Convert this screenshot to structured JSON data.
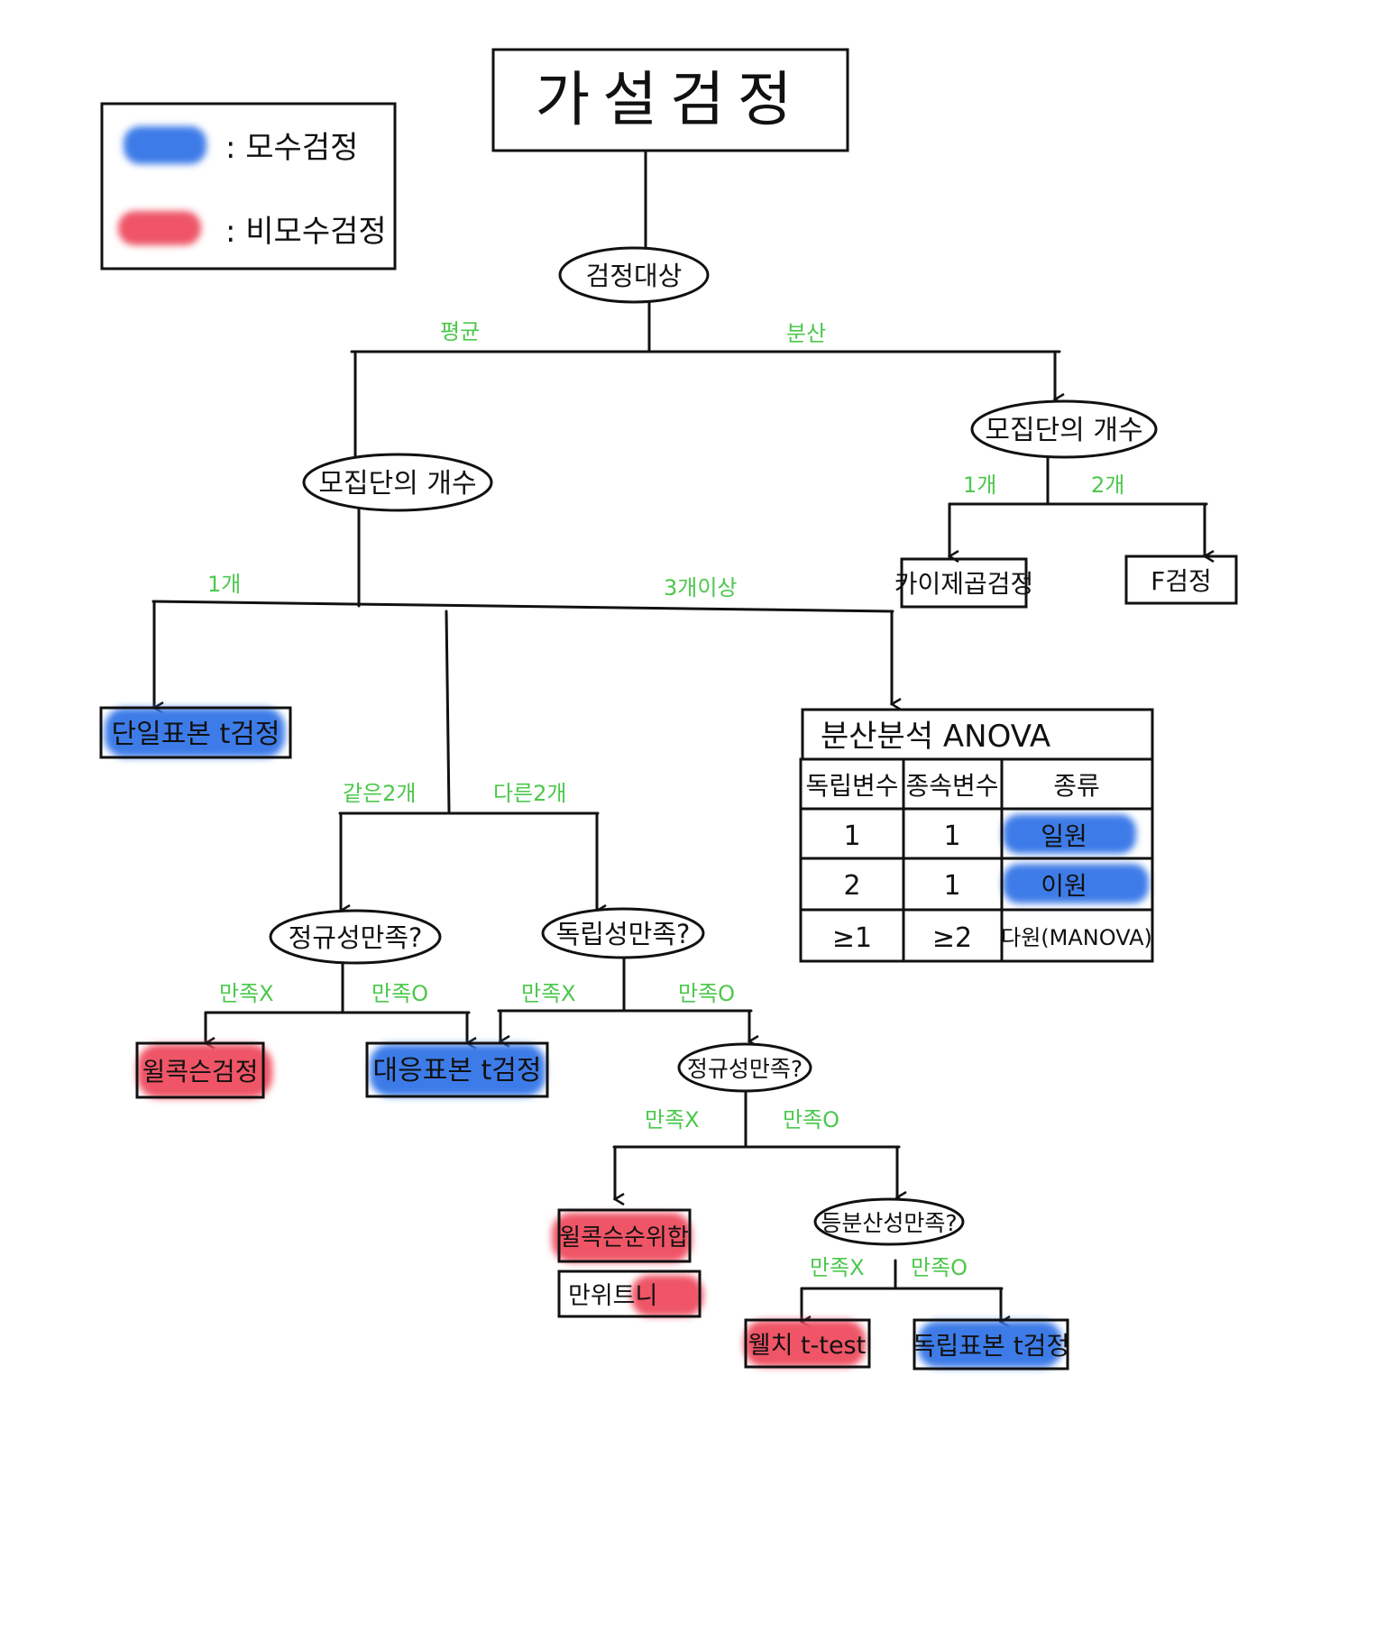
{
  "title": "가설검정",
  "legend": {
    "parametric": {
      "label": ": 모수검정",
      "color": "#3d7be8"
    },
    "nonparametric": {
      "label": ": 비모수검정",
      "color": "#ef5566"
    }
  },
  "nodes": {
    "target": "검정대상",
    "groups_mean": "모집단의 개수",
    "groups_var": "모집단의 개수",
    "normality_1": "정규성만족?",
    "independence": "독립성만족?",
    "normality_2": "정규성만족?",
    "equal_var": "등분산성만족?"
  },
  "edge_labels": {
    "mean": "평균",
    "variance": "분산",
    "var_one": "1개",
    "var_two": "2개",
    "mean_one": "1개",
    "mean_three": "3개이상",
    "same_two": "같은2개",
    "diff_two": "다른2개",
    "norm1_no": "만족X",
    "norm1_yes": "만족O",
    "indep_no": "만족X",
    "indep_yes": "만족O",
    "norm2_no": "만족X",
    "norm2_yes": "만족O",
    "eqvar_no": "만족X",
    "eqvar_yes": "만족O"
  },
  "results": {
    "chi_square": "카이제곱검정",
    "f_test": "F검정",
    "one_sample_t": "단일표본 t검정",
    "wilcoxon_signed": "윌콕슨검정",
    "paired_t": "대응표본 t검정",
    "wilcoxon_rank_sum": "윌콕슨순위합",
    "mann_whitney": "만위트니",
    "welch": "웰치 t-test",
    "independent_t": "독립표본 t검정"
  },
  "anova": {
    "title": "분산분석 ANOVA",
    "headers": [
      "독립변수",
      "종속변수",
      "종류"
    ],
    "rows": [
      [
        "1",
        "1",
        "일원"
      ],
      [
        "2",
        "1",
        "이원"
      ],
      [
        "≥1",
        "≥2",
        "다원(MANOVA)"
      ]
    ],
    "type_colors": [
      "#3d7be8",
      "#3d7be8",
      ""
    ]
  }
}
